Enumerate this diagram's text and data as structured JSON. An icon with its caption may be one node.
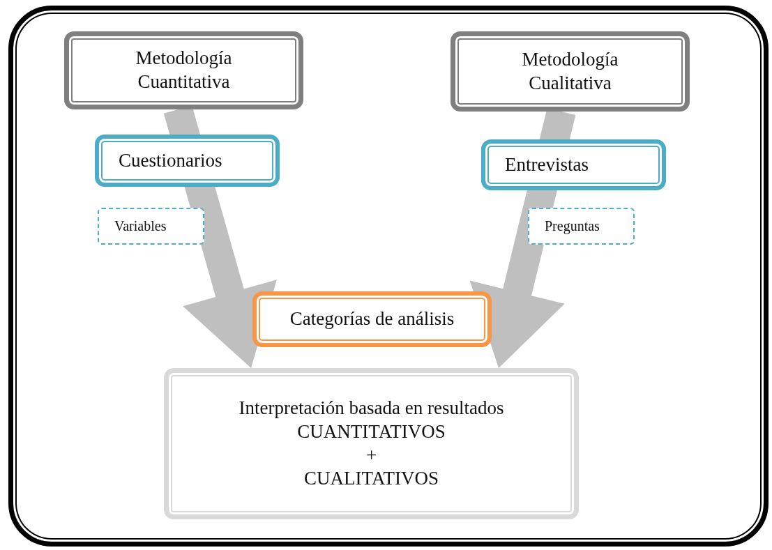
{
  "diagram": {
    "nodes": [
      {
        "text": [
          "Metodología Cuantitativa"
        ]
      },
      {
        "text": [
          "Metodología Cualitativa"
        ]
      },
      {
        "text": [
          "Cuestionarios"
        ]
      },
      {
        "text": [
          "Entrevistas"
        ]
      },
      {
        "text": [
          "Variables"
        ]
      },
      {
        "text": [
          "Preguntas"
        ]
      },
      {
        "text": [
          "Categorías de análisis"
        ]
      },
      {
        "text": [
          "Interpretación basada en resultados",
          "CUANTITATIVOS",
          "+",
          "CUALITATIVOS"
        ]
      }
    ],
    "edges": [
      {
        "from": 0,
        "to": 7,
        "arrow": "to",
        "style": "thick"
      },
      {
        "from": 1,
        "to": 7,
        "arrow": "to",
        "style": "thick"
      }
    ]
  }
}
